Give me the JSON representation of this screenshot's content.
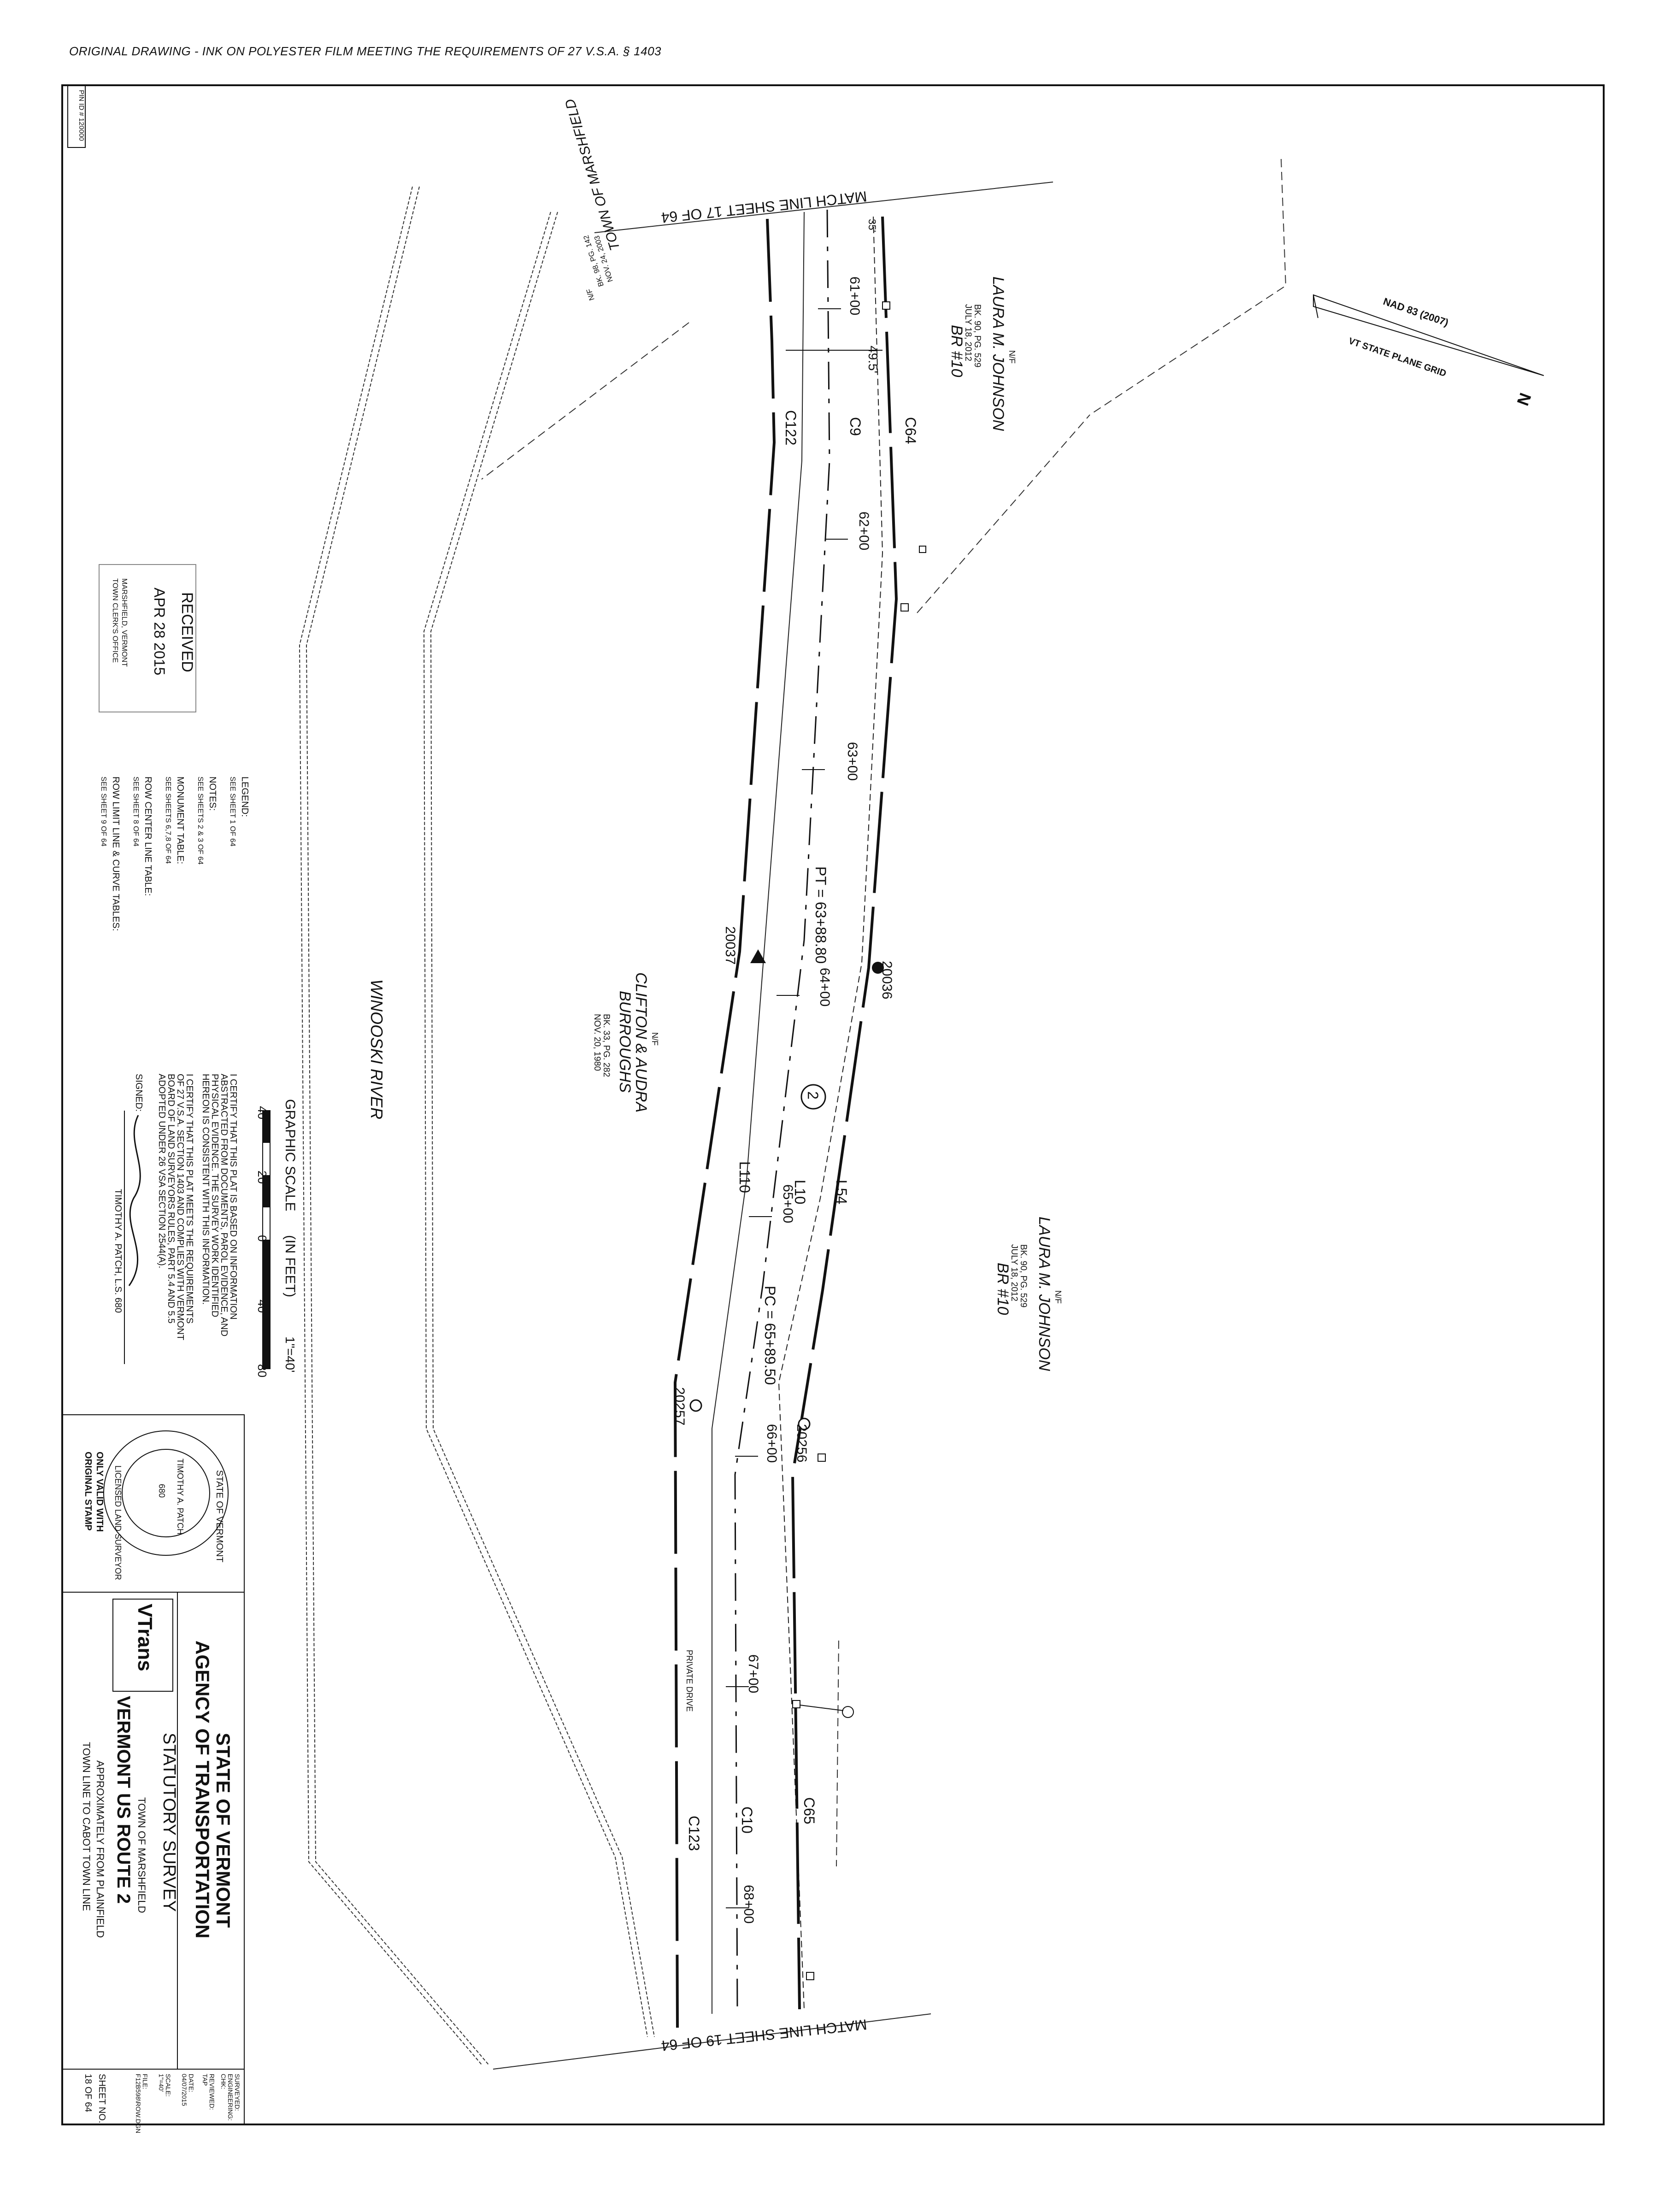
{
  "header": {
    "original_drawing_note": "ORIGINAL DRAWING - INK ON POLYESTER FILM MEETING THE REQUIREMENTS OF 27 V.S.A. § 1403",
    "pin_id": "PIN ID # 120000"
  },
  "match_lines": {
    "top": "MATCH LINE SHEET 17 OF 64",
    "bottom": "MATCH LINE SHEET 19 OF 64"
  },
  "north_arrow": {
    "datum": "NAD 83 (2007)",
    "grid": "VT STATE PLANE GRID",
    "north": "N"
  },
  "parcels": {
    "johnson_top": {
      "nf": "N/F",
      "owner": "LAURA M. JOHNSON",
      "book": "BK. 90, PG. 529",
      "date": "JULY 18, 2012",
      "ref": "BR #10"
    },
    "johnson_right": {
      "nf": "N/F",
      "owner": "LAURA M. JOHNSON",
      "book": "BK. 90, PG. 529",
      "date": "JULY 18, 2012",
      "ref": "BR #10"
    },
    "burroughs": {
      "nf": "N/F",
      "owner1": "CLIFTON & AUDRA",
      "owner2": "BURROUGHS",
      "book": "BK. 33, PG. 282",
      "date": "NOV. 20, 1980"
    },
    "town": {
      "nf": "N/F",
      "owner": "TOWN OF MARSHFIELD",
      "book": "BK. 98, PG. 142",
      "date": "NOV. 24, 2003"
    }
  },
  "river_label": "WINOOSKI RIVER",
  "stations": [
    "61+00",
    "62+00",
    "63+00",
    "64+00",
    "65+00",
    "66+00",
    "67+00",
    "68+00"
  ],
  "curve_labels": {
    "c64": "C64",
    "c9": "C9",
    "c122": "C122",
    "c65": "C65",
    "c10": "C10",
    "c123": "C123",
    "l54": "L54",
    "l10": "L10",
    "l110": "L110"
  },
  "annotations": {
    "width": "49.5'",
    "pt": "PT = 63+88.80",
    "pc": "PC = 65+89.50",
    "circle_number": "2",
    "private_drive": "PRIVATE   DRIVE",
    "offset": "35'"
  },
  "monuments": [
    "20036",
    "20037",
    "20256",
    "20257"
  ],
  "received_stamp": {
    "title": "RECEIVED",
    "date": "APR 28 2015",
    "line1": "MARSHFIELD, VERMONT",
    "line2": "TOWN CLERK'S OFFICE"
  },
  "legend": {
    "legend_title": "LEGEND:",
    "legend_ref": "SEE SHEET 1 OF 64",
    "notes_title": "NOTES:",
    "notes_ref": "SEE SHEETS 2 & 3 OF 64",
    "monument_title": "MONUMENT TABLE:",
    "monument_ref": "SEE SHEETS 6,7,8 OF 64",
    "row_title": "ROW CENTER LINE TABLE:",
    "row_ref": "SEE SHEET 8 OF 64",
    "limit_title": "ROW LIMIT LINE & CURVE TABLES:",
    "limit_ref": "SEE SHEET 9 OF 64"
  },
  "scale": {
    "title": "GRAPHIC SCALE",
    "units": "(IN FEET)",
    "ratio": "1\"=40'",
    "ticks": [
      "40",
      "20",
      "0",
      "40",
      "80"
    ]
  },
  "certification": {
    "para1": [
      "I CERTIFY THAT THIS PLAT IS BASED ON INFORMATION",
      "ABSTRACTED FROM DOCUMENTS, PAROL EVIDENCE, AND",
      "PHYSICAL EVIDENCE. THE SURVEY WORK IDENTIFIED",
      "HEREON IS CONSISTENT WITH THIS INFORMATION."
    ],
    "para2": [
      "I CERTIFY THAT THIS PLAT MEETS THE REQUIREMENTS",
      "OF 27 V.S.A. SECTION 1403 AND COMPLIES WITH VERMONT",
      "BOARD OF LAND SURVEYORS RULES, PART 5.4 AND 5.5",
      "ADOPTED UNDER 26 VSA SECTION 2544(A)."
    ],
    "signed_label": "SIGNED:",
    "surveyor": "TIMOTHY A. PATCH, L.S. 680"
  },
  "seal": {
    "ring_top": "STATE OF VERMONT",
    "ring_bottom": "LICENSED LAND SURVEYOR",
    "name": "TIMOTHY A. PATCH",
    "number": "680",
    "note1": "ONLY VALID WITH",
    "note2": "ORIGINAL STAMP"
  },
  "title_block": {
    "state": "STATE OF VERMONT",
    "agency": "AGENCY OF TRANSPORTATION",
    "survey_type": "STATUTORY SURVEY",
    "town": "TOWN OF MARSHFIELD",
    "route": "VERMONT US ROUTE 2",
    "extent1": "APPROXIMATELY FROM PLAINFIELD",
    "extent2": "TOWN LINE TO CABOT TOWN LINE",
    "logo_text": "VTrans",
    "side_fields": [
      "SURVEYED:",
      "ENGINEERING:",
      "CHK:",
      "REVIEWED:",
      "TAP",
      "DATE:",
      "04/07/2015",
      "SCALE:",
      "1\"=40'",
      "FILE:",
      "F12B598\\ROW.DGN"
    ],
    "sheet_no_label": "SHEET NO.",
    "sheet_no": "18 OF 64"
  }
}
